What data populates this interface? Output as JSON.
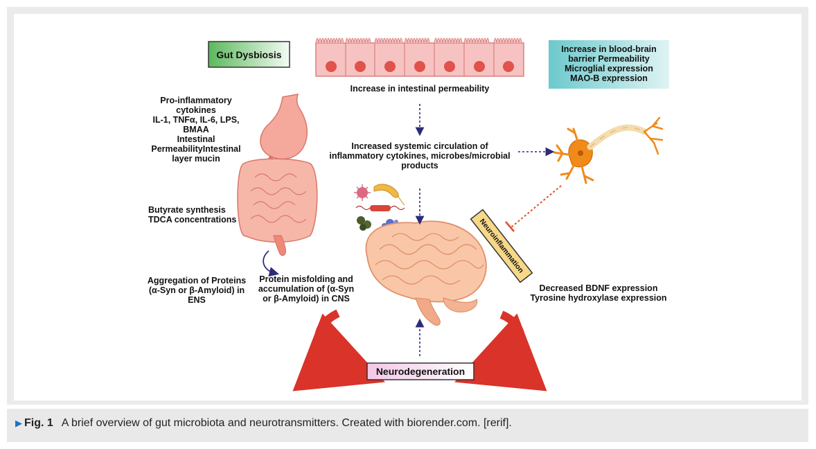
{
  "labels": {
    "gut_dysbiosis": "Gut Dysbiosis",
    "intestinal_permeability": "Increase in intestinal permeability",
    "bbb_box": {
      "line1": "Increase in blood-brain",
      "line2": "barrier Permeability",
      "line3": "Microglial expression",
      "line4": "MAO-B expression"
    },
    "pro_inflammatory": {
      "line1": "Pro-inflammatory",
      "line2": "cytokines",
      "line3": "IL-1, TNFα, IL-6, LPS,",
      "line4": "BMAA",
      "line5": "Intestinal",
      "line6": "PermeabilityIntestinal",
      "line7": "layer mucin"
    },
    "systemic": {
      "line1": "Increased systemic circulation of",
      "line2": "inflammatory cytokines, microbes/microbial",
      "line3": "products"
    },
    "butyrate": {
      "line1": "Butyrate synthesis",
      "line2": "TDCA concentrations"
    },
    "aggregation": {
      "line1": "Aggregation of Proteins",
      "line2": "(α-Syn or β-Amyloid) in",
      "line3": "ENS"
    },
    "misfolding": {
      "line1": "Protein misfolding and",
      "line2": "accumulation of (α-Syn",
      "line3": "or β-Amyloid) in CNS"
    },
    "neuroinflammation": "Neuroinflammation",
    "bdnf": {
      "line1": "Decreased BDNF expression",
      "line2": "Tyrosine hydroxylase expression"
    },
    "neurodegeneration": "Neurodegeneration"
  },
  "caption": {
    "figure": "Fig. 1",
    "text": "A brief overview of gut microbiota and neurotransmitters. Created with biorender.com. [rerif]."
  },
  "colors": {
    "arrow_dotted": "#2e2a7a",
    "inhibit_line": "#e0502a",
    "curved_arrow": "#d9332a",
    "bbb_gradient_start": "#6cc9cc",
    "bbb_gradient_end": "#dff3f4",
    "dysbiosis_gradient_start": "#5cb85c",
    "dysbiosis_gradient_end": "#f4fbf4",
    "neurodegeneration_gradient_start": "#f2c7e6",
    "neurodegeneration_gradient_end": "#ffffff",
    "neuroinflammation_fill": "#f6d888"
  }
}
